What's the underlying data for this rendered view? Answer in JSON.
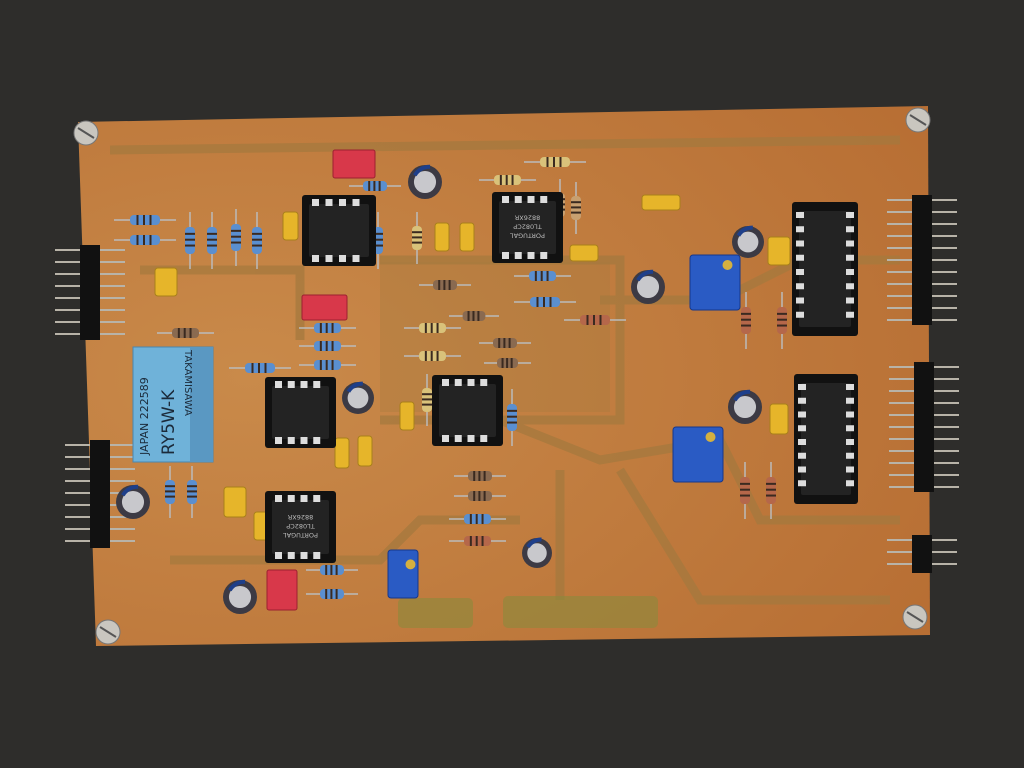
{
  "relay": {
    "brand": "TAKAMISAWA",
    "model": "RY5W-K",
    "origin": "JAPAN 222589"
  },
  "opamp_marking": {
    "origin": "PORTUGAL",
    "part": "TL082CP",
    "lot": "8826XR"
  },
  "colors": {
    "background": "#2e2d2b",
    "board": "#c27a3c",
    "trace": "#a86d38",
    "relay": "#6fb2d9",
    "trimpot": "#2a5bc4",
    "box_cap": "#d8384a",
    "small_cap": "#e6b52a"
  }
}
